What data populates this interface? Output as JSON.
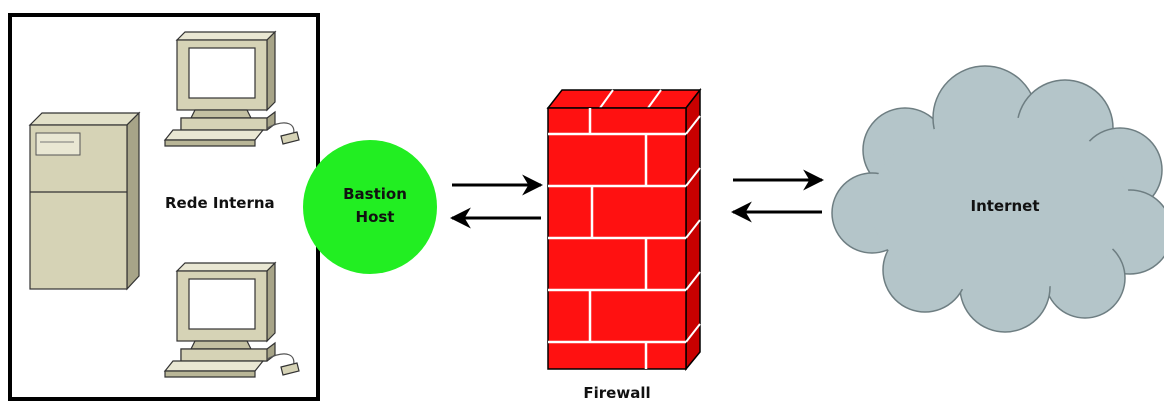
{
  "labels": {
    "internal_network": "Rede Interna",
    "bastion_line1": "Bastion",
    "bastion_line2": "Host",
    "firewall": "Firewall",
    "internet": "Internet"
  },
  "colors": {
    "bastion": "#22ee22",
    "firewall_brick": "#ff1111",
    "firewall_side": "#c80000",
    "cloud": "#b4c5c9",
    "device_body": "#d6d3b6"
  },
  "icons": [
    "server-icon",
    "desktop-computer-icon",
    "brick-wall-icon",
    "cloud-icon",
    "arrow-right-icon",
    "arrow-left-icon"
  ]
}
